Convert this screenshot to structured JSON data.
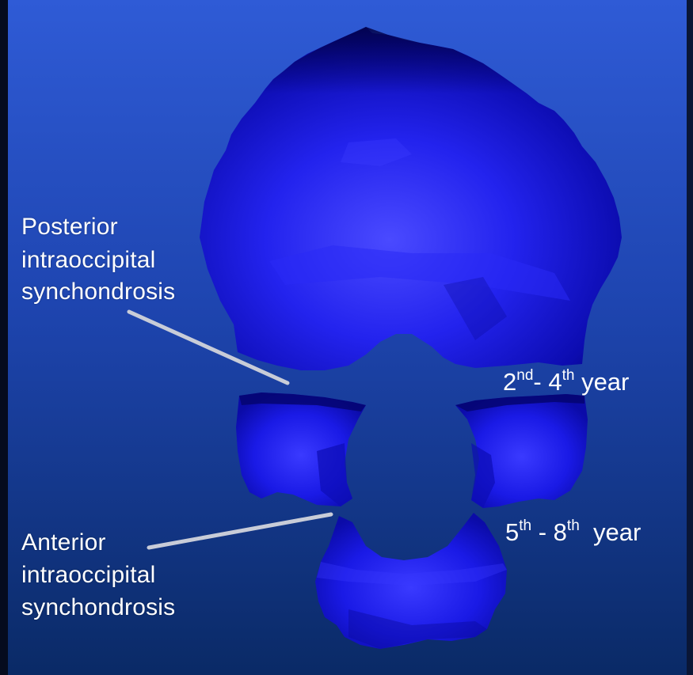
{
  "labels": {
    "posterior": {
      "line1": "Posterior",
      "line2": "intraoccipital",
      "line3": "synchondrosis"
    },
    "anterior": {
      "line1": "Anterior",
      "line2": "intraoccipital",
      "line3": "synchondrosis"
    }
  },
  "ages": {
    "posterior_closure": {
      "start_num": "2",
      "start_suffix": "nd",
      "separator": "- ",
      "end_num": "4",
      "end_suffix": "th",
      "unit": "year"
    },
    "anterior_closure": {
      "start_num": "5",
      "start_suffix": "th",
      "separator": " - ",
      "end_num": "8",
      "end_suffix": "th",
      "unit": "year"
    }
  },
  "colors": {
    "background_top": "#2f5bd6",
    "background_bottom": "#0a2a66",
    "bone": "#1a1ae6",
    "bone_shadow": "#0a0a9a",
    "leader_line": "#c8ccd8",
    "text": "#ffffff"
  }
}
